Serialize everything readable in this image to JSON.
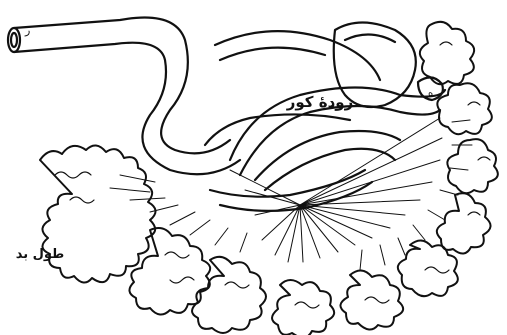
{
  "diagram": {
    "labels": {
      "cecum": "رودهٔ کور",
      "mark_r": "ر",
      "mark_h": "ه",
      "body_length": "طول بد"
    }
  }
}
